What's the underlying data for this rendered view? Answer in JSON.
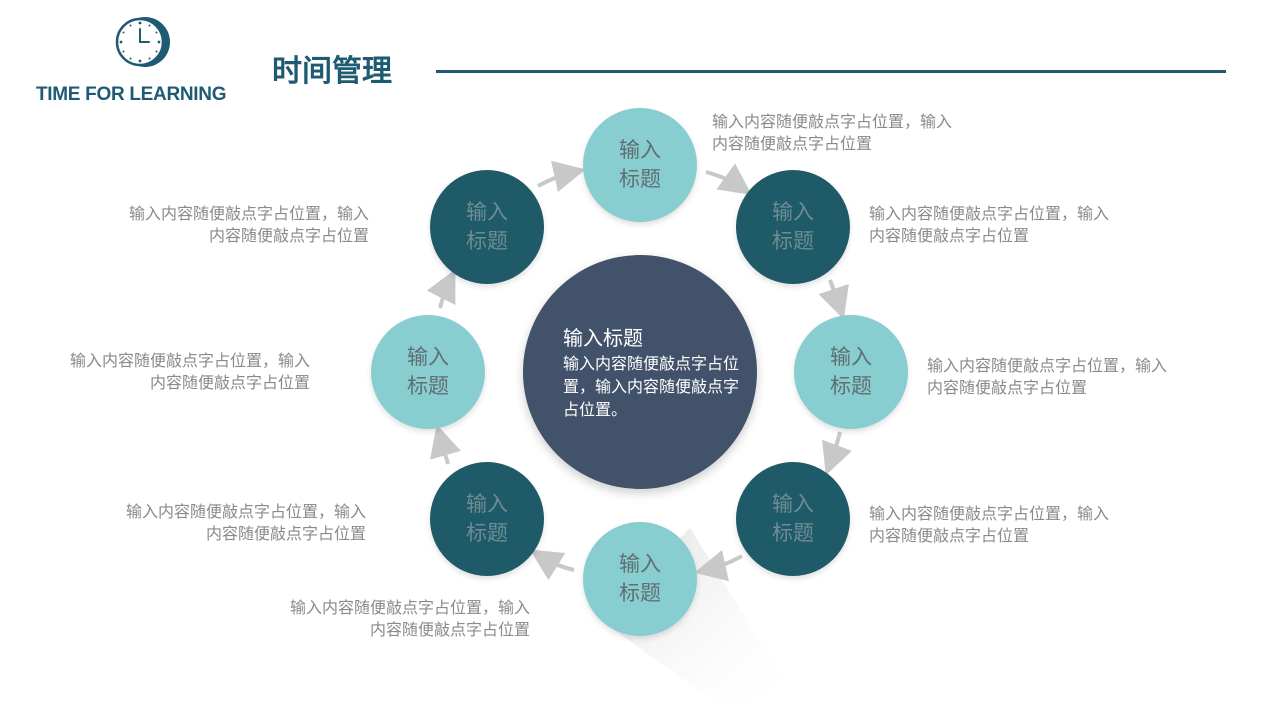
{
  "logo": {
    "text": "TIME FOR LEARNING",
    "icon": "clock-icon"
  },
  "header": {
    "title": "时间管理"
  },
  "colors": {
    "brand": "#1f5a73",
    "light_node": "#88cdd0",
    "dark_node": "#1f5a68",
    "center": "#42526a",
    "text_gray": "#8a8a8a",
    "arrow": "#c8c8c8"
  },
  "center": {
    "title": "输入标题",
    "body": "输入内容随便敲点字占位置，输入内容随便敲点字占位置。"
  },
  "nodes": [
    {
      "label": "输入标题",
      "style": "light",
      "desc_line1": "输入内容随便敲点字占位置，输入",
      "desc_line2": "内容随便敲点字占位置"
    },
    {
      "label": "输入标题",
      "style": "dark",
      "desc_line1": "输入内容随便敲点字占位置，输入",
      "desc_line2": "内容随便敲点字占位置"
    },
    {
      "label": "输入标题",
      "style": "light",
      "desc_line1": "输入内容随便敲点字占位置，输入",
      "desc_line2": "内容随便敲点字占位置"
    },
    {
      "label": "输入标题",
      "style": "dark",
      "desc_line1": "输入内容随便敲点字占位置，输入",
      "desc_line2": "内容随便敲点字占位置"
    },
    {
      "label": "输入标题",
      "style": "light",
      "desc_line1": "输入内容随便敲点字占位置，输入",
      "desc_line2": "内容随便敲点字占位置"
    },
    {
      "label": "输入标题",
      "style": "dark",
      "desc_line1": "输入内容随便敲点字占位置，输入",
      "desc_line2": "内容随便敲点字占位置"
    },
    {
      "label": "输入标题",
      "style": "light",
      "desc_line1": "输入内容随便敲点字占位置，输入",
      "desc_line2": "内容随便敲点字占位置"
    },
    {
      "label": "输入标题",
      "style": "dark",
      "desc_line1": "输入内容随便敲点字占位置，输入",
      "desc_line2": "内容随便敲点字占位置"
    }
  ]
}
